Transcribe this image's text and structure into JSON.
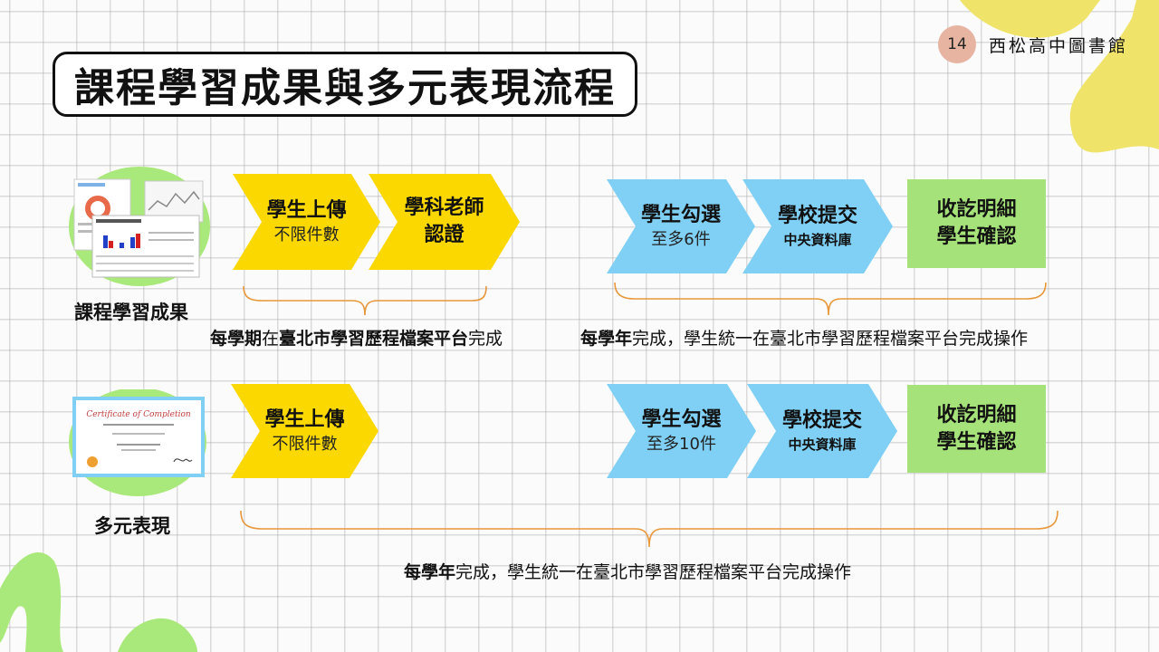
{
  "page": {
    "number": "14",
    "school": "西松高中圖書館",
    "title": "課程學習成果與多元表現流程"
  },
  "colors": {
    "yellow": "#fbd800",
    "blue": "#7fd0f4",
    "green": "#a6e27a",
    "bracket": "#e8973a",
    "blob": "#a9e87a"
  },
  "row1": {
    "label": "課程學習成果",
    "steps": [
      {
        "title": "學生上傳",
        "sub": "不限件數",
        "color": "yellow"
      },
      {
        "title": "學科老師",
        "sub": "認證",
        "color": "yellow"
      },
      {
        "title": "學生勾選",
        "sub": "至多6件",
        "color": "blue"
      },
      {
        "title": "學校提交",
        "sub": "中央資料庫",
        "color": "blue"
      },
      {
        "title": "收訖明細",
        "sub": "學生確認",
        "color": "green"
      }
    ],
    "note_left": {
      "bold": "每學期",
      "mid": "在",
      "bold2": "臺北市學習歷程檔案平台",
      "rest": "完成"
    },
    "note_right": {
      "bold": "每學年",
      "rest": "完成，學生統一在臺北市學習歷程檔案平台完成操作"
    }
  },
  "row2": {
    "label": "多元表現",
    "steps": [
      {
        "title": "學生上傳",
        "sub": "不限件數",
        "color": "yellow"
      },
      {
        "title": "學生勾選",
        "sub": "至多10件",
        "color": "blue"
      },
      {
        "title": "學校提交",
        "sub": "中央資料庫",
        "color": "blue"
      },
      {
        "title": "收訖明細",
        "sub": "學生確認",
        "color": "green"
      }
    ],
    "note": {
      "bold": "每學年",
      "rest": "完成，學生統一在臺北市學習歷程檔案平台完成操作"
    }
  },
  "certificate": {
    "heading": "Certificate of Completion"
  },
  "icons": [
    "report-charts-icon",
    "certificate-icon"
  ]
}
